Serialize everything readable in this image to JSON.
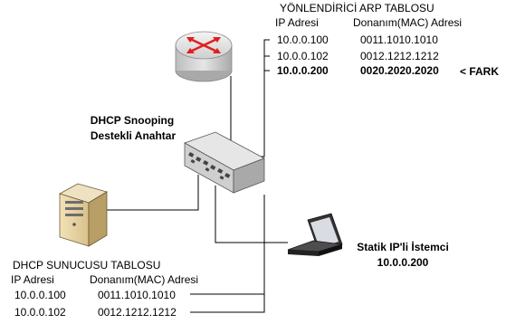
{
  "router_table": {
    "title": "YÖNLENDİRİCİ ARP TABLOSU",
    "col_ip": "IP Adresi",
    "col_mac": "Donanım(MAC) Adresi",
    "rows": [
      {
        "ip": "10.0.0.100",
        "mac": "0011.1010.1010",
        "bold": false
      },
      {
        "ip": "10.0.0.102",
        "mac": "0012.1212.1212",
        "bold": false
      },
      {
        "ip": "10.0.0.200",
        "mac": "0020.2020.2020",
        "bold": true
      }
    ],
    "diff_note": "< FARK"
  },
  "switch_label": {
    "line1": "DHCP Snooping",
    "line2": "Destekli Anahtar"
  },
  "client_label": {
    "line1": "Statik IP'li İstemci",
    "line2": "10.0.0.200"
  },
  "dhcp_table": {
    "title": "DHCP SUNUCUSU TABLOSU",
    "col_ip": "IP Adresi",
    "col_mac": "Donanım(MAC) Adresi",
    "rows": [
      {
        "ip": "10.0.0.100",
        "mac": "0011.1010.1010"
      },
      {
        "ip": "10.0.0.102",
        "mac": "0012.1212.1212"
      }
    ]
  },
  "icons": [
    "router-icon",
    "switch-icon",
    "server-icon",
    "laptop-icon"
  ],
  "colors": {
    "line": "#000000",
    "router_arrows": "#e0201b",
    "device_gray": "#c9c9c9"
  }
}
